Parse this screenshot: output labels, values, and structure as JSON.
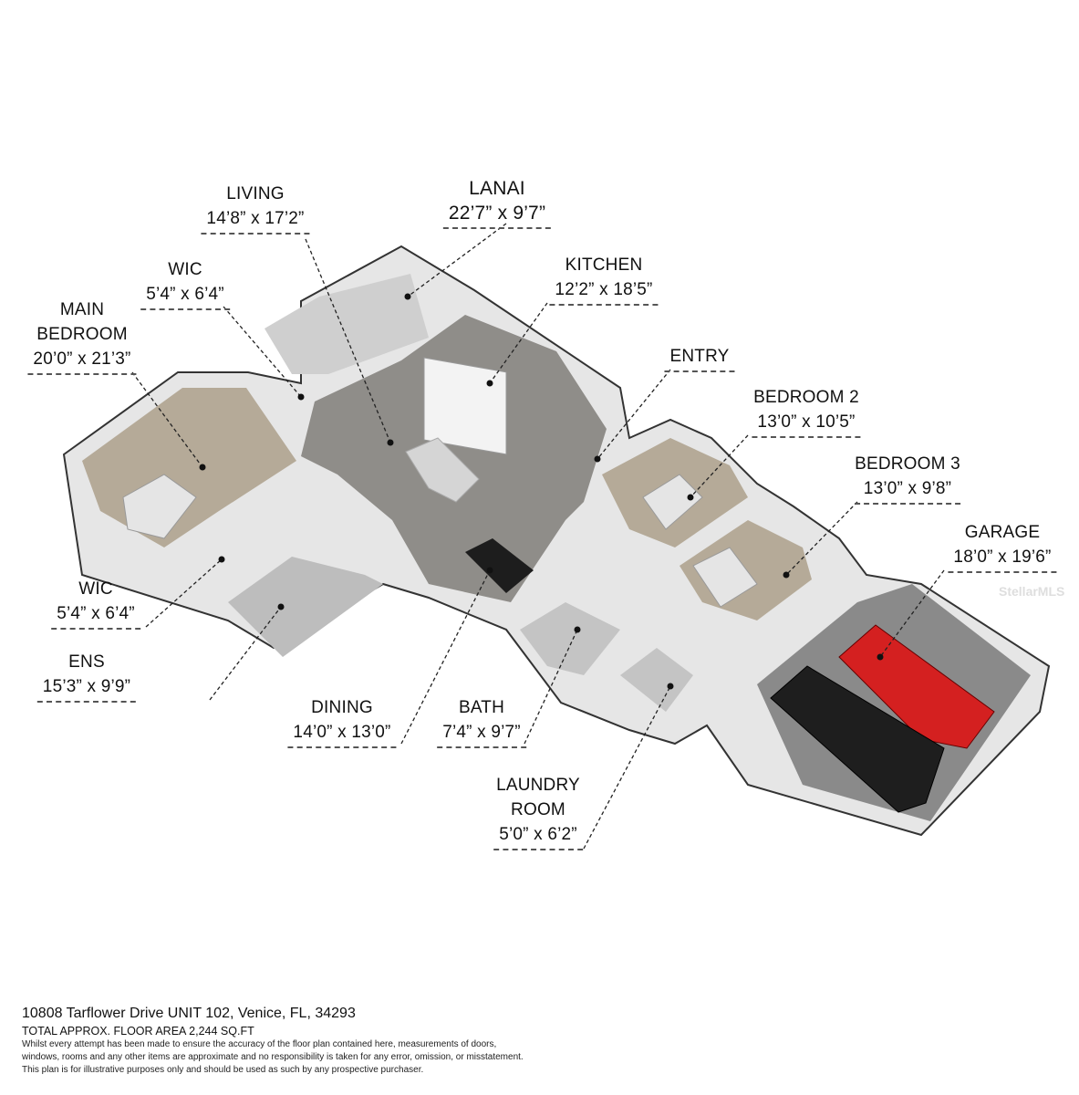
{
  "rooms": [
    {
      "name": "LIVING",
      "dims": "14’8” x 17’2”"
    },
    {
      "name": "LANAI",
      "dims": "22’7” x 9’7”"
    },
    {
      "name": "WIC",
      "dims": "5’4” x 6’4”"
    },
    {
      "name": "MAIN BEDROOM",
      "name_line1": "MAIN",
      "name_line2": "BEDROOM",
      "dims": "20’0” x 21’3”"
    },
    {
      "name": "KITCHEN",
      "dims": "12’2” x 18’5”"
    },
    {
      "name": "ENTRY"
    },
    {
      "name": "BEDROOM 2",
      "dims": "13’0” x 10’5”"
    },
    {
      "name": "BEDROOM 3",
      "dims": "13’0” x 9’8”"
    },
    {
      "name": "GARAGE",
      "dims": "18’0” x 19’6”"
    },
    {
      "name": "WIC",
      "dims": "5’4” x 6’4”"
    },
    {
      "name": "ENS",
      "dims": "15’3” x 9’9”"
    },
    {
      "name": "DINING",
      "dims": "14’0” x 13’0”"
    },
    {
      "name": "BATH",
      "dims": "7’4” x 9’7”"
    },
    {
      "name": "LAUNDRY ROOM",
      "name_line1": "LAUNDRY",
      "name_line2": "ROOM",
      "dims": "5’0” x 6’2”"
    }
  ],
  "footer": {
    "address": "10808 Tarflower Drive UNIT 102, Venice, FL, 34293",
    "total_area": "TOTAL APPROX. FLOOR AREA 2,244 SQ.FT",
    "disclaimer_1": "Whilst every attempt has been made to ensure the accuracy of the floor plan contained here, measurements of doors,",
    "disclaimer_2": "windows, rooms and any other items are approximate and no responsibility is taken for any error, omission, or misstatement.",
    "disclaimer_3": "This plan is for illustrative purposes only and should be used as such by any prospective purchaser."
  },
  "watermark": "StellarMLS",
  "colors": {
    "floor_tile": "#8f8d89",
    "carpet": "#b5aa98",
    "wall": "#f4f4f4",
    "wall_side": "#d9d9d9",
    "car_red": "#d42020",
    "car_black": "#1e1e1e"
  }
}
